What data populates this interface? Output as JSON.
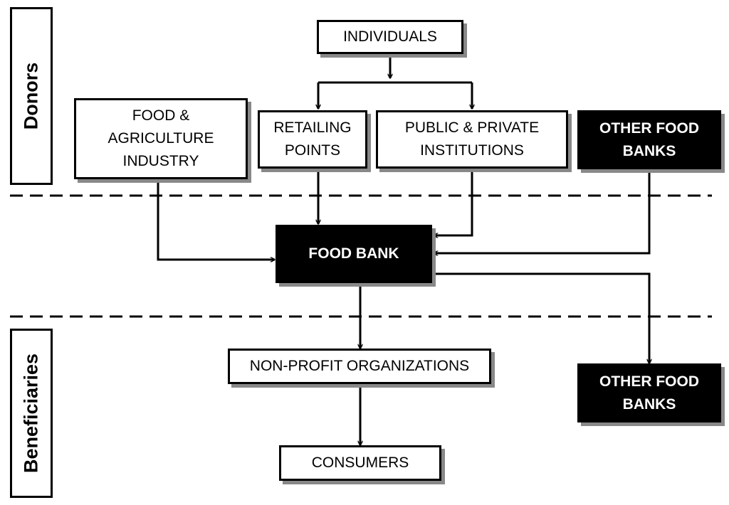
{
  "sections": {
    "donors": "Donors",
    "beneficiaries": "Beneficiaries"
  },
  "nodes": {
    "individuals": "INDIVIDUALS",
    "food_agriculture": "FOOD &\nAGRICULTURE\nINDUSTRY",
    "retailing_points": "RETAILING\nPOINTS",
    "public_private": "PUBLIC & PRIVATE\nINSTITUTIONS",
    "other_food_banks_donor": "OTHER FOOD\nBANKS",
    "food_bank": "FOOD BANK",
    "non_profit": "NON-PROFIT ORGANIZATIONS",
    "consumers": "CONSUMERS",
    "other_food_banks_beneficiary": "OTHER FOOD\nBANKS"
  },
  "colors": {
    "box_fill": "#ffffff",
    "highlight_fill": "#000000",
    "shadow": "#888888"
  }
}
